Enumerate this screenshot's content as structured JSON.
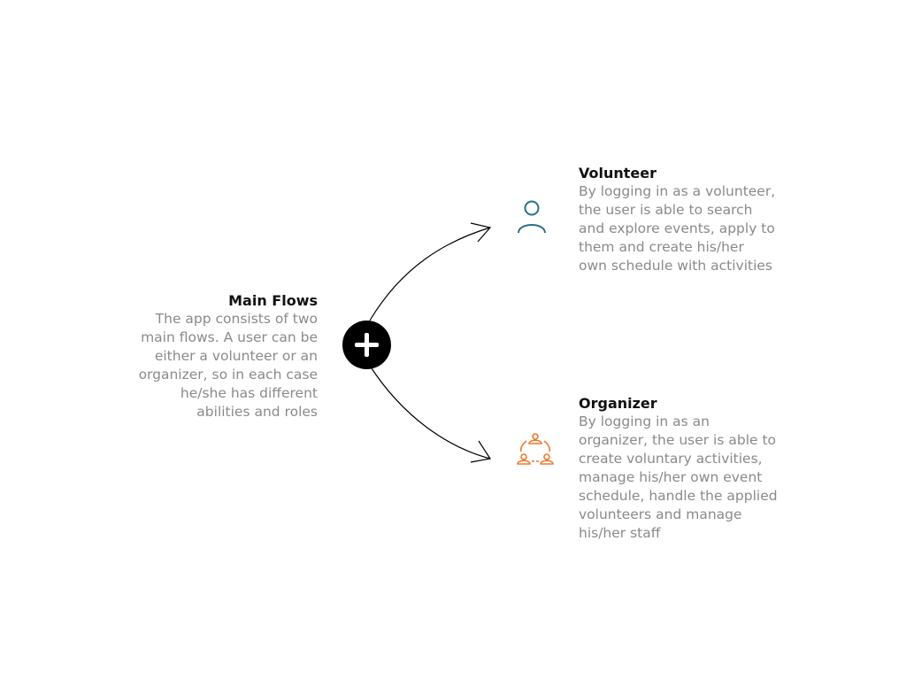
{
  "main": {
    "title": "Main Flows",
    "description": "The app consists of two\nmain flows. A user can be\neither a volunteer or an\norganizer, so in each case\nhe/she has different\nabilities and roles"
  },
  "center_button": {
    "icon": "plus-icon"
  },
  "volunteer": {
    "title": "Volunteer",
    "description": "By logging in as a volunteer,\nthe user is able to search\nand explore events, apply to\nthem and create his/her\nown schedule with activities",
    "icon": "person-icon",
    "icon_color": "#2e6f86"
  },
  "organizer": {
    "title": "Organizer",
    "description": "By logging in as an\norganizer, the user is able to\ncreate voluntary activities,\nmanage his/her own event\nschedule, handle the applied\nvolunteers and manage\nhis/her staff",
    "icon": "team-icon",
    "icon_color": "#ef7a2e"
  }
}
